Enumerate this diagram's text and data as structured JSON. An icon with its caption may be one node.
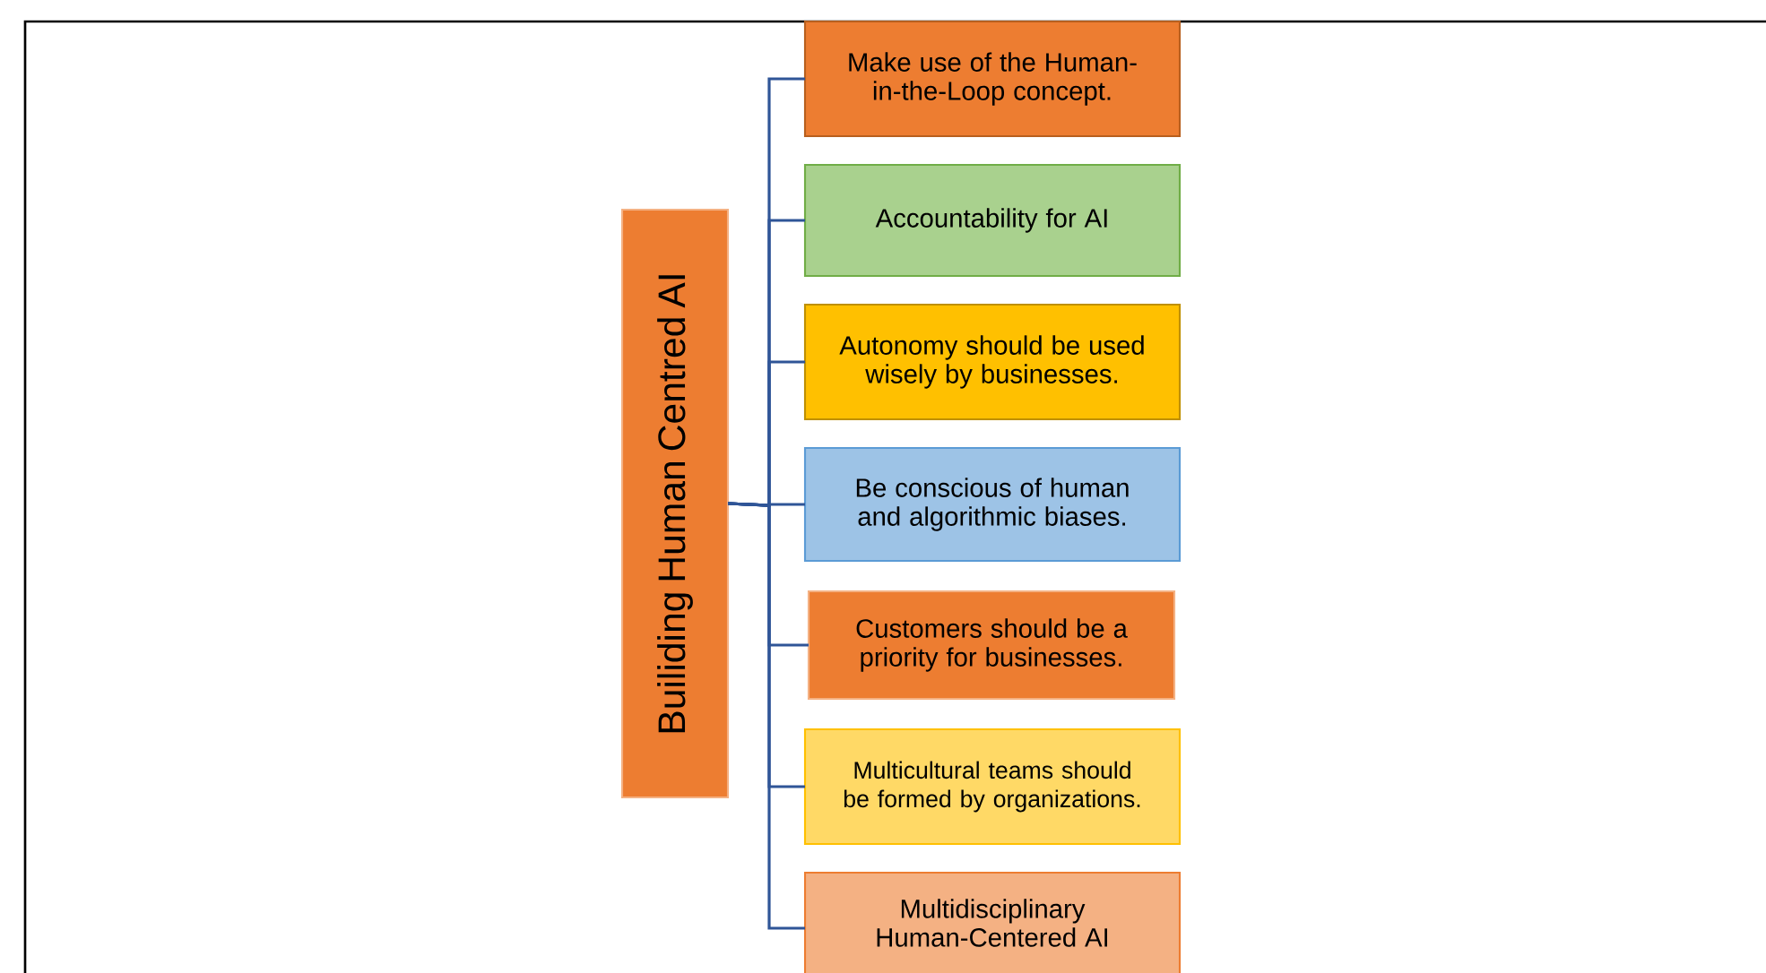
{
  "diagram": {
    "nodes": [
      {
        "text": [
          "Builiding Human Centred AI"
        ]
      },
      {
        "text": [
          "Make use of the Human-in-the-Loop concept."
        ]
      },
      {
        "text": [
          "Accountability for AI"
        ]
      },
      {
        "text": [
          "Autonomy should be used wisely by businesses."
        ]
      },
      {
        "text": [
          "Be conscious of human and algorithmic biases."
        ]
      },
      {
        "text": [
          "Customers should be a priority for businesses."
        ]
      },
      {
        "text": [
          "Multicultural teams should be formed by organizations."
        ]
      },
      {
        "text": [
          "Multidisciplinary Human-Centered AI"
        ]
      }
    ],
    "edges": [
      {
        "from": 0,
        "to": 1,
        "arrow": "none"
      },
      {
        "from": 0,
        "to": 2,
        "arrow": "none"
      },
      {
        "from": 0,
        "to": 3,
        "arrow": "none"
      },
      {
        "from": 0,
        "to": 4,
        "arrow": "none"
      },
      {
        "from": 0,
        "to": 5,
        "arrow": "none"
      },
      {
        "from": 0,
        "to": 6,
        "arrow": "none"
      },
      {
        "from": 0,
        "to": 7,
        "arrow": "none"
      }
    ]
  }
}
